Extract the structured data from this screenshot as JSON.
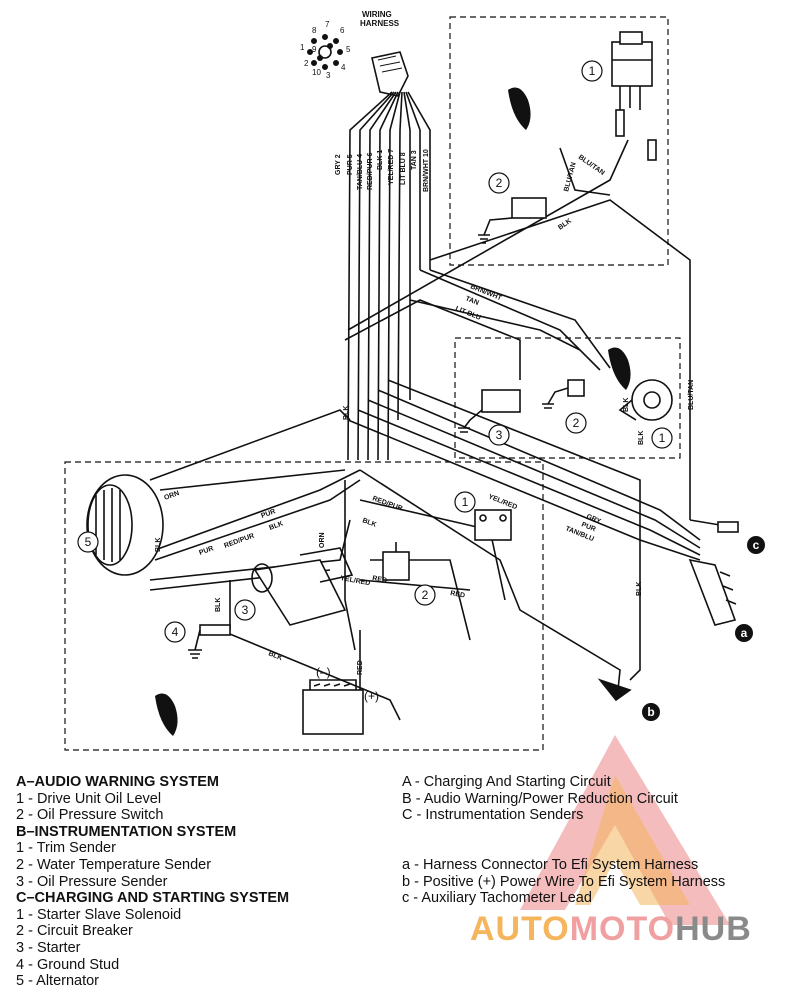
{
  "harness": {
    "title_line1": "WIRING",
    "title_line2": "HARNESS",
    "pins": [
      "8",
      "7",
      "6",
      "1",
      "9",
      "5",
      "2",
      "10",
      "3",
      "4"
    ]
  },
  "wire_labels": {
    "harness_bundle": [
      "GRY 2",
      "PUR 5",
      "TAN/BLU 4",
      "RED/PUR 6",
      "BLK 1",
      "YEL/RED 7",
      "LIT BLU 8",
      "TAN 3",
      "BRN/WHT 10"
    ],
    "section_a": [
      "BLU/TAN",
      "BLU/TAN",
      "BLK"
    ],
    "crossing": [
      "BRN/WHT",
      "TAN",
      "LIT BLU"
    ],
    "section_b": [
      "BLK",
      "BLK",
      "BLU/TAN",
      "BLK"
    ],
    "section_c": [
      "ORN",
      "PUR",
      "RED/PUR",
      "BLK",
      "PUR",
      "BLK",
      "BLK",
      "ORN",
      "RED/PUR",
      "BLK",
      "BLK",
      "RED",
      "YEL/RED",
      "RED",
      "RED",
      "YEL/RED",
      "GRY",
      "PUR",
      "TAN/BLU",
      "BLK"
    ]
  },
  "callouts": {
    "a1": "1",
    "a2": "2",
    "b1": "1",
    "b2": "2",
    "b3": "3",
    "c1": "1",
    "c2": "2",
    "c3": "3",
    "c4": "4",
    "c5": "5",
    "letter_a": "a",
    "letter_b": "b",
    "letter_c": "c",
    "battery_neg": "(–)",
    "battery_pos": "(+)"
  },
  "legend_left": {
    "a_heading": "A–AUDIO WARNING SYSTEM",
    "a_items": [
      "1 - Drive Unit Oil Level",
      "2 - Oil Pressure Switch"
    ],
    "b_heading": "B–INSTRUMENTATION SYSTEM",
    "b_items": [
      "1 - Trim Sender",
      "2 - Water Temperature Sender",
      "3 - Oil Pressure Sender"
    ],
    "c_heading": "C–CHARGING AND STARTING SYSTEM",
    "c_items": [
      "1 - Starter Slave Solenoid",
      "2 - Circuit Breaker",
      "3 - Starter",
      "4 - Ground Stud",
      "5 - Alternator"
    ]
  },
  "legend_right": {
    "sections": [
      "A - Charging And Starting Circuit",
      "B - Audio Warning/Power Reduction Circuit",
      "C - Instrumentation Senders"
    ],
    "refs": [
      "a - Harness Connector To Efi System Harness",
      "b - Positive (+) Power Wire To Efi System Harness",
      "c - Auxiliary Tachometer Lead"
    ]
  },
  "watermark": {
    "part1": "AUTO",
    "part2": "MOTO",
    "part3": "HUB"
  },
  "colors": {
    "line": "#111111",
    "watermark_red": "#f0a0a0",
    "watermark_orange": "#f4b55c",
    "watermark_gray": "#8a8a8a"
  }
}
